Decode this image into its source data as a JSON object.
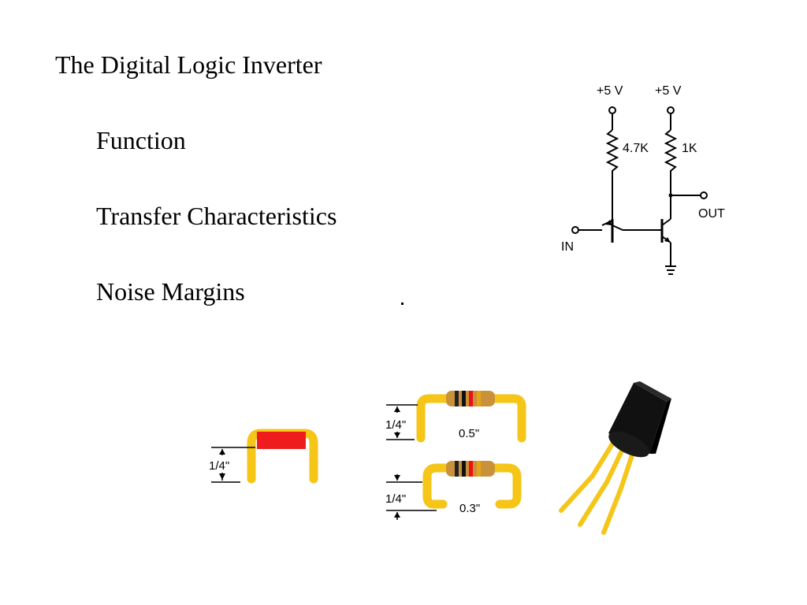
{
  "slide": {
    "title": "The Digital Logic Inverter",
    "bullets": [
      "Function",
      "Transfer Characteristics",
      "Noise Margins"
    ]
  },
  "schematic": {
    "supply_left": "+5 V",
    "supply_right": "+5 V",
    "resistor_left": "4.7K",
    "resistor_right": "1K",
    "input_label": "IN",
    "output_label": "OUT"
  },
  "components": {
    "jumper_height_label": "1/4\"",
    "resistor_top_height_label": "1/4\"",
    "resistor_top_span_label": "0.5\"",
    "resistor_bottom_height_label": "1/4\"",
    "resistor_bottom_span_label": "0.3\""
  },
  "colors": {
    "lead_yellow": "#f5c518",
    "jumper_red": "#ee1c1c",
    "resistor_body": "#c9923a",
    "transistor_body": "#111111"
  }
}
